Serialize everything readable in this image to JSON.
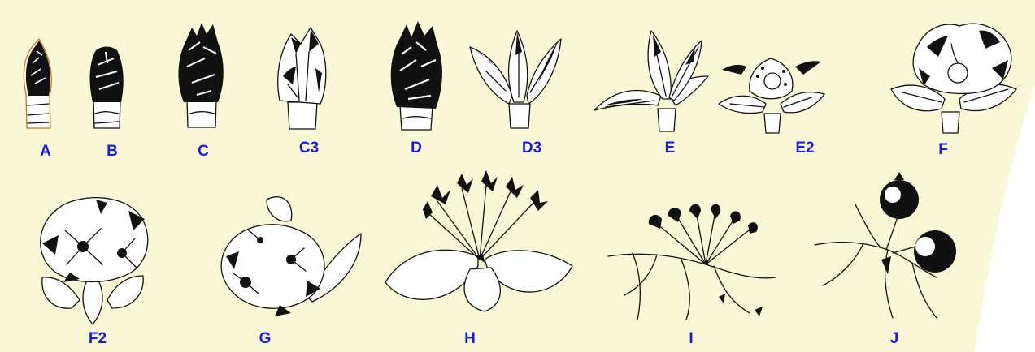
{
  "colors": {
    "background": "#f8f8d6",
    "label": "#1a1ae6",
    "ink": "#111111"
  },
  "stages": [
    {
      "label": "A",
      "icon": "dormant-bud-icon"
    },
    {
      "label": "B",
      "icon": "swelling-bud-icon"
    },
    {
      "label": "C",
      "icon": "bud-burst-icon"
    },
    {
      "label": "C3",
      "icon": "green-tip-icon"
    },
    {
      "label": "D",
      "icon": "bud-opening-icon"
    },
    {
      "label": "D3",
      "icon": "leaves-unfolding-icon"
    },
    {
      "label": "E",
      "icon": "leaves-spreading-icon"
    },
    {
      "label": "E2",
      "icon": "flower-buds-visible-icon"
    },
    {
      "label": "F",
      "icon": "first-flower-icon"
    },
    {
      "label": "F2",
      "icon": "full-bloom-icon"
    },
    {
      "label": "G",
      "icon": "petal-fall-icon"
    },
    {
      "label": "H",
      "icon": "end-of-flowering-icon"
    },
    {
      "label": "I",
      "icon": "fruit-set-icon"
    },
    {
      "label": "J",
      "icon": "fruit-growth-icon"
    }
  ]
}
